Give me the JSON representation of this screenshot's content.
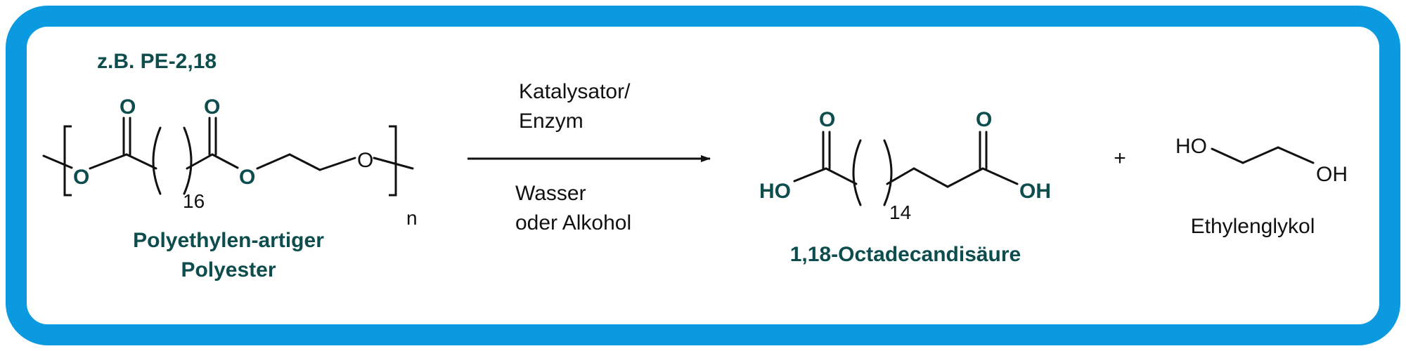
{
  "example_label": "z.B. PE-2,18",
  "reactant": {
    "repeat_count": "16",
    "polymer_index": "n",
    "name_line1": "Polyethylen-artiger",
    "name_line2": "Polyester"
  },
  "conditions": {
    "above_line1": "Katalysator/",
    "above_line2": "Enzym",
    "below_line1": "Wasser",
    "below_line2": "oder Alkohol"
  },
  "product1": {
    "repeat_count": "14",
    "name": "1,18-Octadecandisäure"
  },
  "plus": "+",
  "product2": {
    "name": "Ethylenglykol"
  },
  "atoms": {
    "O": "O",
    "HO": "HO",
    "OH": "OH"
  },
  "colors": {
    "frame": "#0b99e0",
    "label_dark": "#0d4d4d",
    "bond": "#111111"
  }
}
